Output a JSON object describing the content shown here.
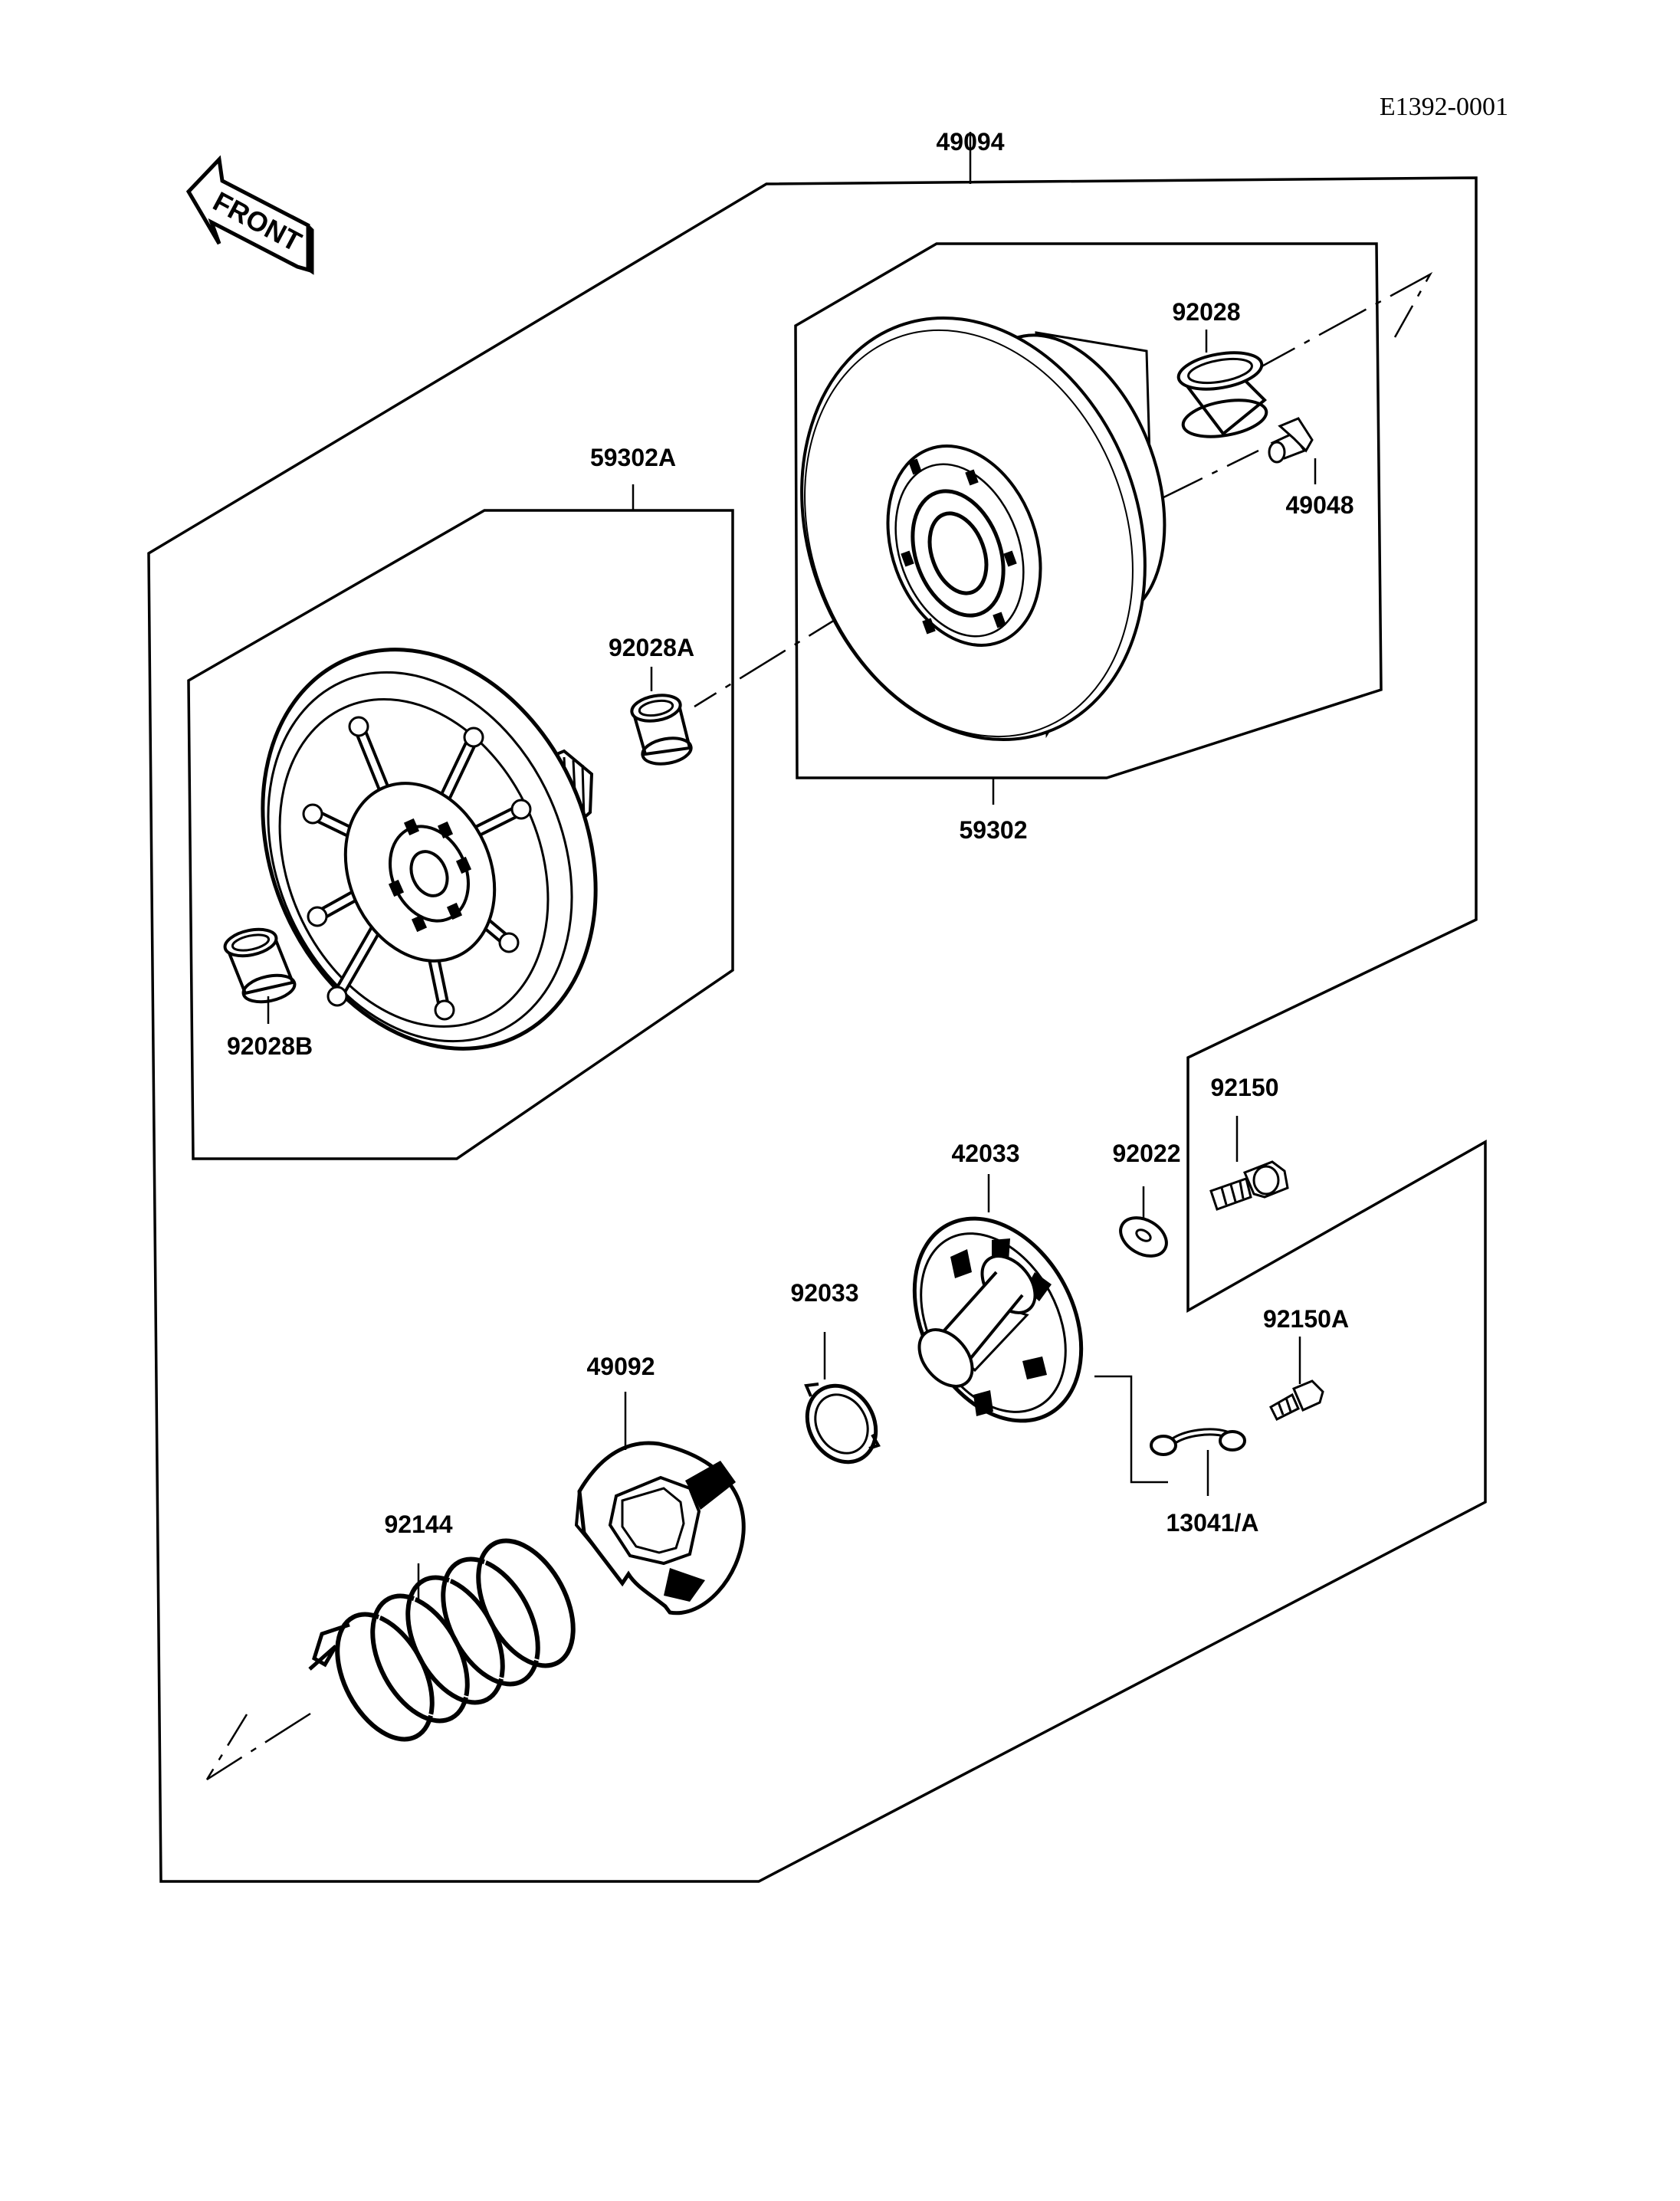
{
  "drawing": {
    "reference": "E1392-0001",
    "direction_label": "FRONT"
  },
  "callouts": {
    "driven_pulley_assy": "49094",
    "bushing_outer": "92028",
    "bolt_49048": "49048",
    "sheave_fixed_assy": "59302A",
    "bushing_a": "92028A",
    "sheave_movable": "59302",
    "bushing_b": "92028B",
    "screw_92150": "92150",
    "cam_42033": "42033",
    "washer_92022": "92022",
    "circlip_92033": "92033",
    "screw_92150a": "92150A",
    "cam_49092": "49092",
    "bracket_13041": "13041/A",
    "spring_92144": "92144"
  }
}
